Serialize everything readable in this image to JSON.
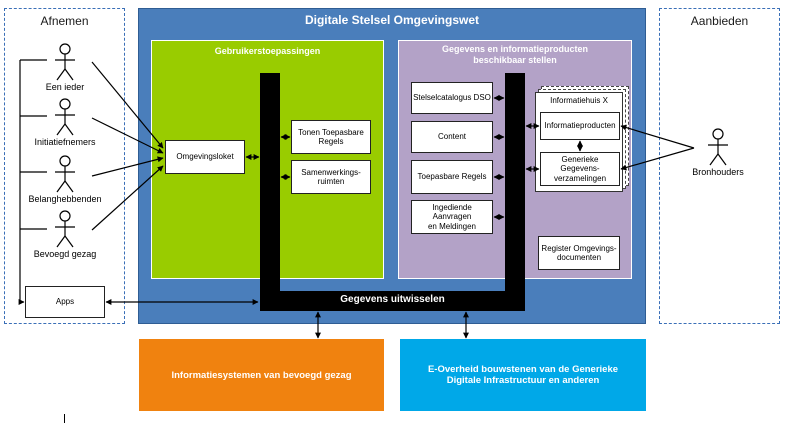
{
  "panels": {
    "afnemen": "Afnemen",
    "aanbieden": "Aanbieden",
    "dso_title": "Digitale Stelsel Omgevingswet",
    "gebruikers_title": "Gebruikerstoepassingen",
    "gegevens_title_1": "Gegevens en informatieproducten",
    "gegevens_title_2": "beschikbaar stellen",
    "uitwisselen": "Gegevens uitwisselen"
  },
  "actors": {
    "een_ieder": "Een ieder",
    "initiatiefnemers": "Initiatiefnemers",
    "belanghebbenden": "Belanghebbenden",
    "bevoegd_gezag": "Bevoegd gezag",
    "bronhouders": "Bronhouders"
  },
  "boxes": {
    "apps": "Apps",
    "omgevingsloket": "Omgevingsloket",
    "tonen_1": "Tonen Toepasbare",
    "tonen_2": "Regels",
    "samen_1": "Samenwerkings-",
    "samen_2": "ruimten",
    "stelselcatalogus": "Stelselcatalogus DSO",
    "content": "Content",
    "toepasbare_regels": "Toepasbare Regels",
    "ingediende_1": "Ingediende Aanvragen",
    "ingediende_2": "en Meldingen",
    "informatiehuis": "Informatiehuis X",
    "informatieproducten": "Informatieproducten",
    "generieke_1": "Generieke Gegevens-",
    "generieke_2": "verzamelingen",
    "register_1": "Register Omgevings-",
    "register_2": "documenten"
  },
  "bottom": {
    "informatiesystemen": "Informatiesystemen van bevoegd gezag",
    "eoverheid_1": "E-Overheid bouwstenen van de Generieke",
    "eoverheid_2": "Digitale Infrastructuur en anderen"
  },
  "colors": {
    "dso_blue": "#4a7ebb",
    "green": "#99cc00",
    "lavender": "#b3a2c7",
    "orange": "#f0820f",
    "cyan": "#00a8e8"
  }
}
